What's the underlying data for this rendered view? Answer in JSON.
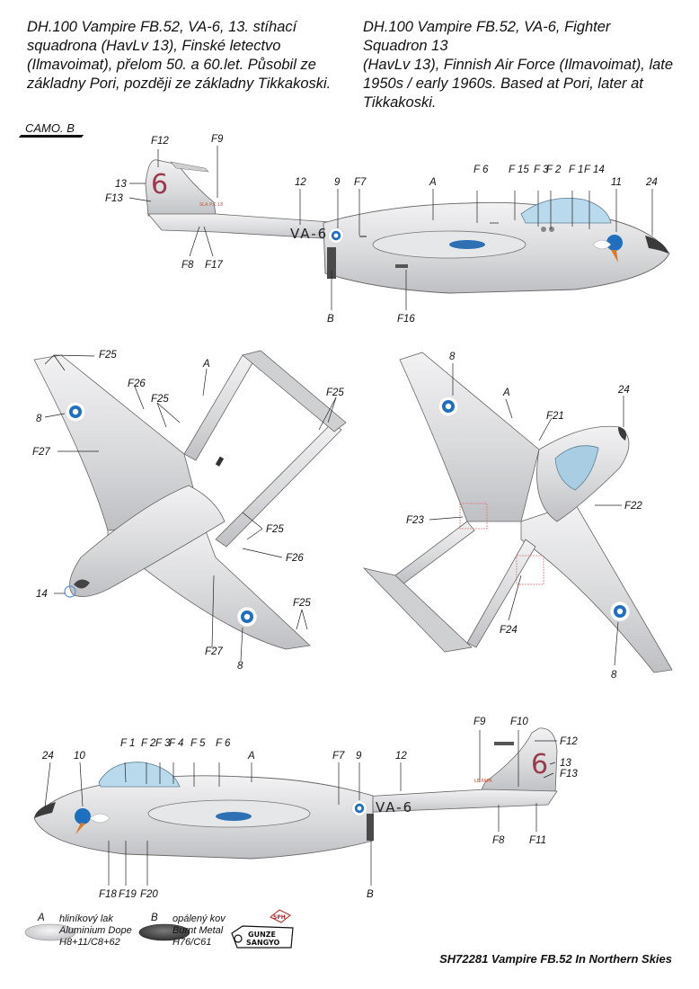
{
  "header": {
    "cz_lines": [
      "DH.100 Vampire FB.52, VA-6, 13. stíhací",
      "squadrona (HavLv 13), Finské letectvo",
      "(Ilmavoimat), přelom 50. a 60.let. Působil ze",
      "základny Pori, později ze základny Tikkakoski."
    ],
    "en_lines": [
      "DH.100 Vampire FB.52, VA-6, Fighter Squadron 13",
      "(HavLv 13), Finnish Air Force (Ilmavoimat), late",
      "1950s / early 1960s. Based at Pori, later at",
      "Tikkakoski."
    ]
  },
  "camo_label": "CAMO. B",
  "markings": {
    "registration": "VA-6",
    "fin_number": "6",
    "fin_text": "SLA P.K.18",
    "fin_text_right": "LE PAPA"
  },
  "colors": {
    "aluminium": "#d9dadc",
    "burnt_metal": "#4a4a4a",
    "roundel_blue": "#1f6fc0",
    "code_red": "#9a3b4c"
  },
  "views": {
    "top_side": {
      "labels": [
        "F12",
        "F9",
        "13",
        "F13",
        "12",
        "9",
        "F7",
        "A",
        "F 6",
        "F 15",
        "F 3",
        "F 2",
        "F 1",
        "F 14",
        "11",
        "24",
        "F8",
        "F17",
        "B",
        "F16"
      ]
    },
    "upper_plan": {
      "labels": [
        "F25",
        "A",
        "F26",
        "F25",
        "F25",
        "8",
        "F27",
        "F25",
        "F26",
        "14",
        "F27",
        "8",
        "F25"
      ]
    },
    "lower_plan": {
      "labels": [
        "8",
        "A",
        "24",
        "F21",
        "F22",
        "F23",
        "F24",
        "8"
      ]
    },
    "bottom_side": {
      "labels": [
        "24",
        "10",
        "F 1",
        "F 2",
        "F 3",
        "F 4",
        "F 5",
        "F 6",
        "A",
        "F7",
        "9",
        "12",
        "F9",
        "F10",
        "F12",
        "13",
        "F13",
        "F8",
        "F11",
        "F18",
        "F19",
        "F20",
        "B"
      ]
    }
  },
  "legend": [
    {
      "letter": "A",
      "lines": [
        "hliníkový lak",
        "Aluminium Dope",
        "H8+11/C8+62"
      ]
    },
    {
      "letter": "B",
      "lines": [
        "opálený kov",
        "Burnt Metal",
        "H76/C61"
      ]
    }
  ],
  "logos": {
    "brand1": "SPH",
    "brand2_line1": "GUNZE",
    "brand2_line2": "SANGYO"
  },
  "footer": "SH72281 Vampire FB.52 In Northern Skies"
}
